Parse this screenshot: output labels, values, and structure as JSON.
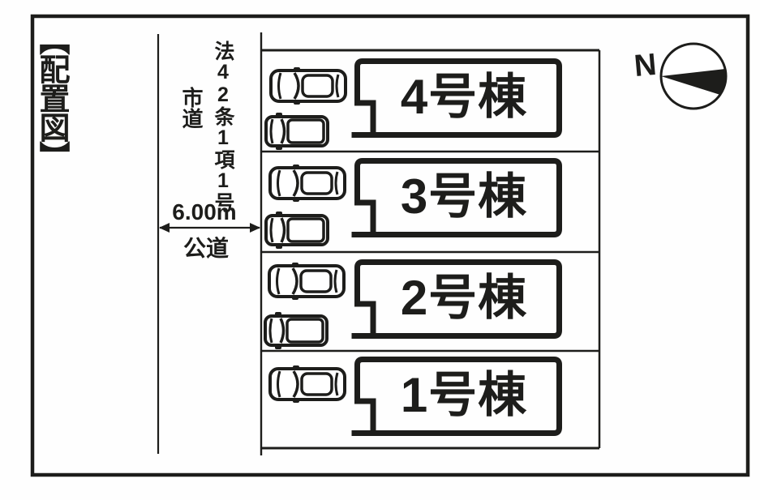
{
  "title": "【配置図】",
  "road": {
    "regulation": "法42条1項1号",
    "type": "市道",
    "width_label": "6.00m",
    "classification": "公道"
  },
  "compass": {
    "north_label": "N"
  },
  "plots": [
    {
      "id": "4",
      "label": "4号棟",
      "cars": [
        "sedan",
        "van"
      ]
    },
    {
      "id": "3",
      "label": "3号棟",
      "cars": [
        "sedan",
        "van"
      ]
    },
    {
      "id": "2",
      "label": "2号棟",
      "cars": [
        "sedan",
        "van"
      ]
    },
    {
      "id": "1",
      "label": "1号棟",
      "cars": [
        "sedan"
      ]
    }
  ],
  "colors": {
    "ink": "#1d1d1b",
    "paper": "#ffffff"
  }
}
